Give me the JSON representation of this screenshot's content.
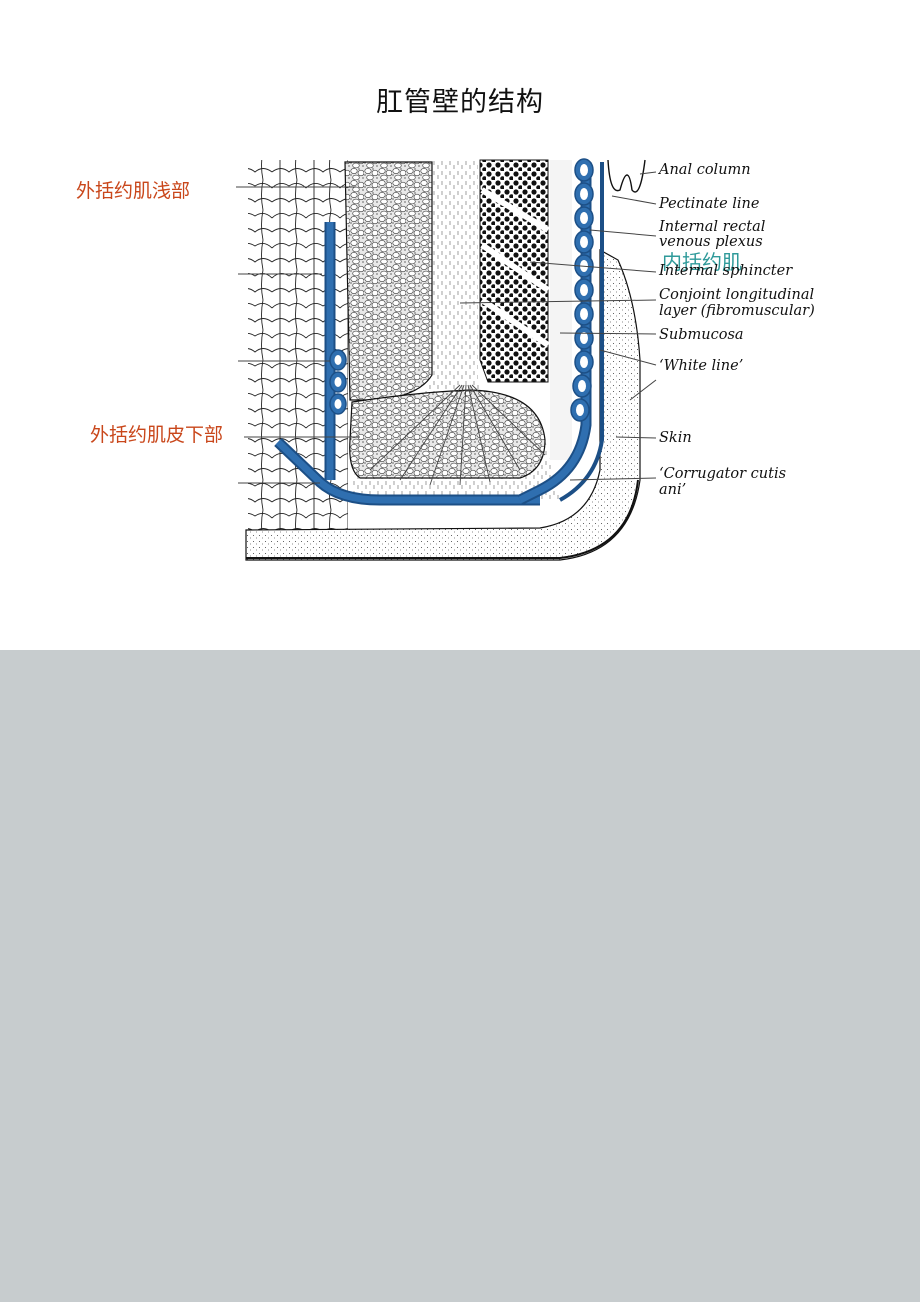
{
  "page": {
    "title": "肛管壁的结构",
    "background_top": "#ffffff",
    "background_bottom": "#c7ccce"
  },
  "annotations_cn": {
    "external_superficial": "外括约肌浅部",
    "external_subcutaneous": "外括约肌皮下部",
    "internal_sphincter": "内括约肌"
  },
  "labels_en": {
    "anal_column": "Anal column",
    "pectinate_line": "Pectinate line",
    "internal_rectal_1": "Internal rectal",
    "internal_rectal_2": "venous plexus",
    "internal_sphincter": "Internal sphincter",
    "conjoint_1": "Conjoint longitudinal",
    "conjoint_2": "layer (fibromuscular)",
    "submucosa": "Submucosa",
    "white_line": "‘White line’",
    "skin": "Skin",
    "corrugator_1": "‘Corrugator cutis",
    "corrugator_2": "ani’"
  },
  "colors": {
    "vein": "#2f6fb0",
    "vein_dark": "#1c4f86",
    "cn_label": "#c9471b",
    "teal_label": "#2f9a9a"
  }
}
